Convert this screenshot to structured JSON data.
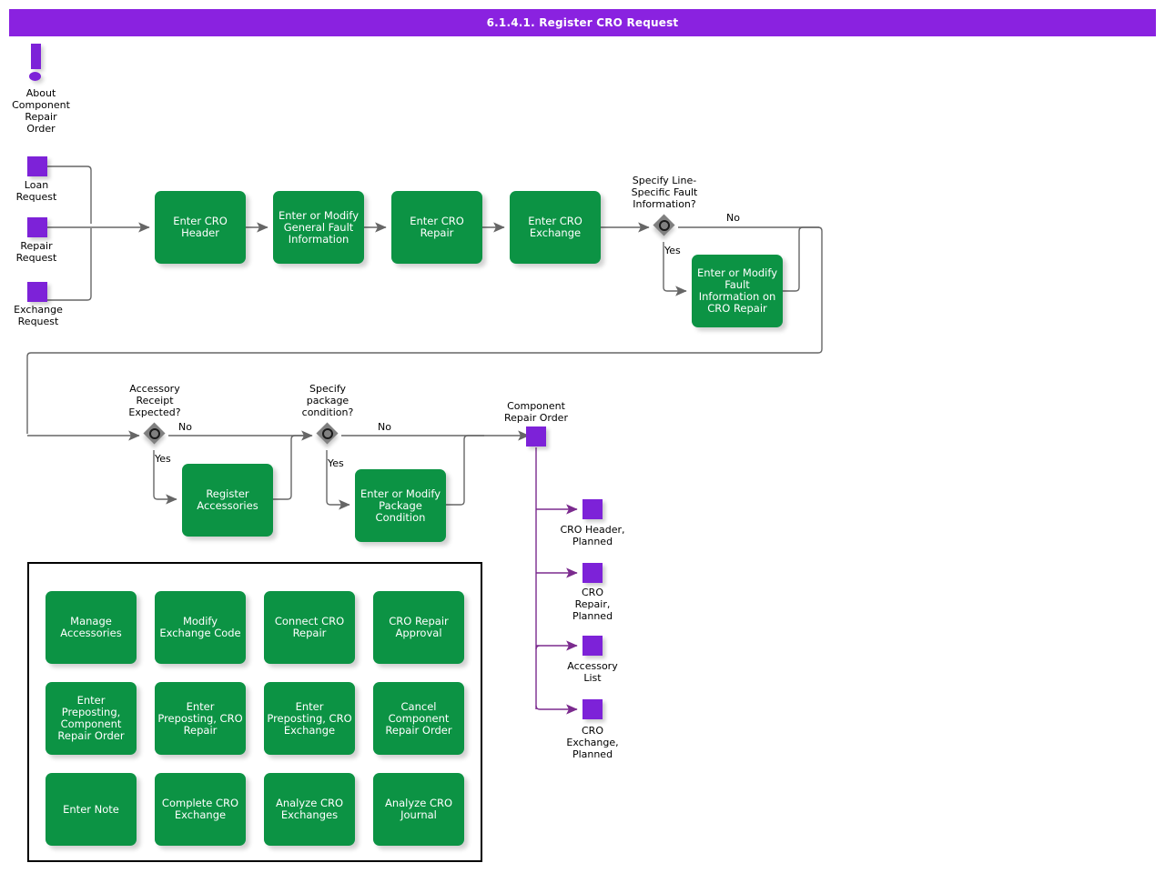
{
  "title": "6.1.4.1. Register CRO Request",
  "colors": {
    "titlebar": "#8A22E0",
    "process": "#0C9344",
    "entity": "#7D22D8",
    "decision": "#808080",
    "connector": "#666666",
    "entity_connector": "#7B2B8E"
  },
  "note": {
    "icon": "exclamation-icon",
    "label": "About\nComponent\nRepair\nOrder"
  },
  "inputs": [
    {
      "label": "Loan\nRequest"
    },
    {
      "label": "Repair\nRequest"
    },
    {
      "label": "Exchange\nRequest"
    }
  ],
  "processes": {
    "enter_cro_header": "Enter CRO\nHeader",
    "enter_or_modify_general_fault_information": "Enter or Modify\nGeneral Fault\nInformation",
    "enter_cro_repair": "Enter CRO\nRepair",
    "enter_cro_exchange": "Enter CRO\nExchange",
    "enter_or_modify_fault_information_on_cro_repair": "Enter or Modify\nFault Information\non CRO Repair",
    "register_accessories": "Register\nAccessories",
    "enter_or_modify_package_condition": "Enter or Modify\nPackage\nCondition"
  },
  "decisions": [
    {
      "label": "Specify Line-\nSpecific Fault\nInformation?",
      "yes": "Yes",
      "no": "No"
    },
    {
      "label": "Accessory\nReceipt\nExpected?",
      "yes": "Yes",
      "no": "No"
    },
    {
      "label": "Specify\npackage\ncondition?",
      "yes": "Yes",
      "no": "No"
    }
  ],
  "outputs": {
    "main": "Component\nRepair Order",
    "items": [
      {
        "label": "CRO Header,\nPlanned"
      },
      {
        "label": "CRO\nRepair,\nPlanned"
      },
      {
        "label": "Accessory\nList"
      },
      {
        "label": "CRO\nExchange,\nPlanned"
      }
    ]
  },
  "toolbox": {
    "items": [
      {
        "label": "Manage\nAccessories"
      },
      {
        "label": "Modify Exchange\nCode"
      },
      {
        "label": "Connect CRO\nRepair"
      },
      {
        "label": "CRO Repair\nApproval"
      },
      {
        "label": "Enter\nPreposting,\nComponent\nRepair Order"
      },
      {
        "label": "Enter\nPreposting,\nCRO Repair"
      },
      {
        "label": "Enter\nPreposting, CRO\nExchange"
      },
      {
        "label": "Cancel\nComponent\nRepair Order"
      },
      {
        "label": "Enter Note"
      },
      {
        "label": "Complete CRO\nExchange"
      },
      {
        "label": "Analyze CRO\nExchanges"
      },
      {
        "label": "Analyze CRO\nJournal"
      }
    ]
  }
}
